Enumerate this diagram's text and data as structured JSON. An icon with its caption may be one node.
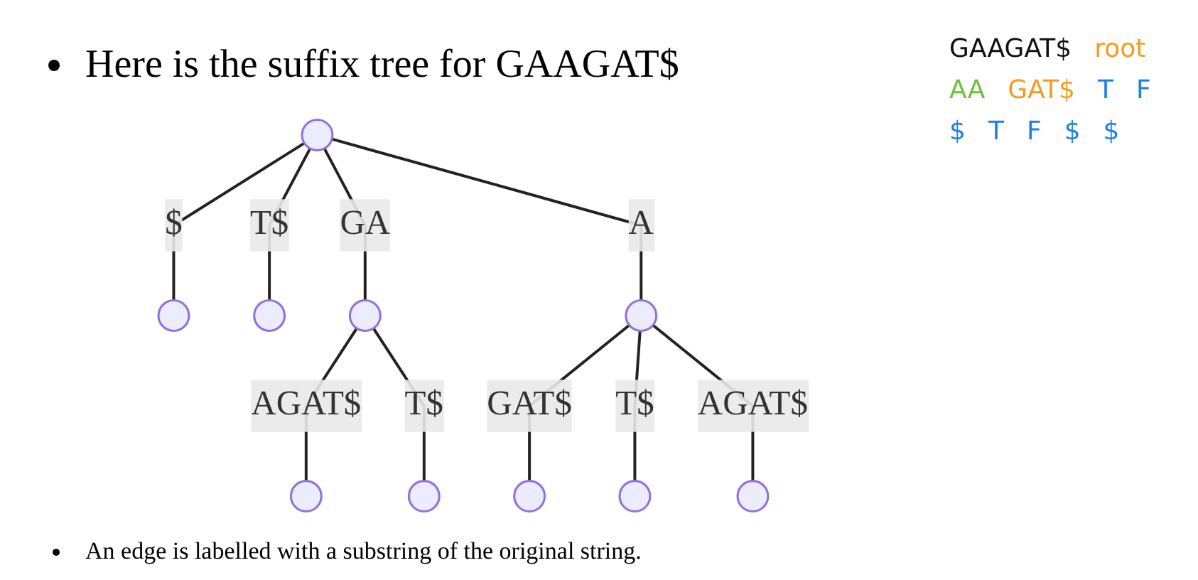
{
  "diagram": {
    "title": "Here is the suffix tree for GAAGAT$",
    "caption": "An edge is labelled with a substring of the original string.",
    "nodes": [
      {
        "text": [],
        "shape": "circle"
      },
      {
        "text": [],
        "shape": "circle"
      },
      {
        "text": [],
        "shape": "circle"
      },
      {
        "text": [],
        "shape": "circle"
      },
      {
        "text": [],
        "shape": "circle"
      },
      {
        "text": [],
        "shape": "circle"
      },
      {
        "text": [],
        "shape": "circle"
      },
      {
        "text": [],
        "shape": "circle"
      },
      {
        "text": [],
        "shape": "circle"
      },
      {
        "text": [],
        "shape": "circle"
      }
    ],
    "edges": [
      {
        "from": 0,
        "to": 1,
        "arrow": "none",
        "label": "$"
      },
      {
        "from": 0,
        "to": 2,
        "arrow": "none",
        "label": "T$"
      },
      {
        "from": 0,
        "to": 3,
        "arrow": "none",
        "label": "GA"
      },
      {
        "from": 0,
        "to": 4,
        "arrow": "none",
        "label": "A"
      },
      {
        "from": 3,
        "to": 5,
        "arrow": "none",
        "label": "AGAT$"
      },
      {
        "from": 3,
        "to": 6,
        "arrow": "none",
        "label": "T$"
      },
      {
        "from": 4,
        "to": 7,
        "arrow": "none",
        "label": "GAT$"
      },
      {
        "from": 4,
        "to": 8,
        "arrow": "none",
        "label": "T$"
      },
      {
        "from": 4,
        "to": 9,
        "arrow": "none",
        "label": "AGAT$"
      }
    ],
    "labels": [
      "GAAGAT$",
      "root",
      "AA",
      "GAT$",
      "T",
      "F",
      "$",
      "T",
      "F",
      "$",
      "$"
    ]
  }
}
